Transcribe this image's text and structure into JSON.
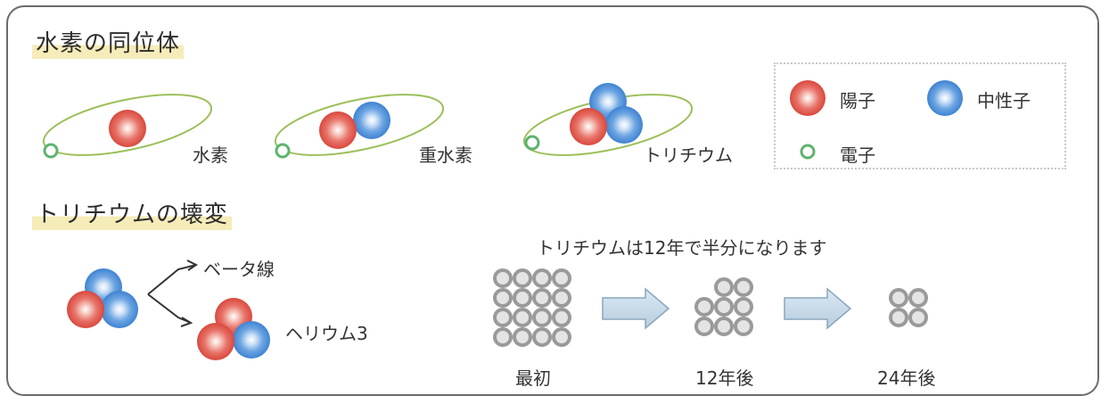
{
  "isotopes_section": {
    "title": "水素の同位体",
    "hydrogen_label": "水素",
    "deuterium_label": "重水素",
    "tritium_label": "トリチウム"
  },
  "legend": {
    "proton_label": "陽子",
    "neutron_label": "中性子",
    "electron_label": "電子"
  },
  "decay_section": {
    "title": "トリチウムの壊変",
    "beta_label": "ベータ線",
    "helium_label": "ヘリウム3",
    "halflife_caption": "トリチウムは12年で半分になります",
    "stage_initial": "最初",
    "stage_12": "12年後",
    "stage_24": "24年後",
    "atom_counts": [
      16,
      8,
      4
    ]
  },
  "colors": {
    "proton": "#e05a4e",
    "neutron": "#4a8fd8",
    "electron": "#5db36e",
    "orbit": "#9cbf5a",
    "atom_gray": "#9a9a9a",
    "arrow_fill": "#c9dbe9",
    "highlight": "#f6ecb9"
  }
}
